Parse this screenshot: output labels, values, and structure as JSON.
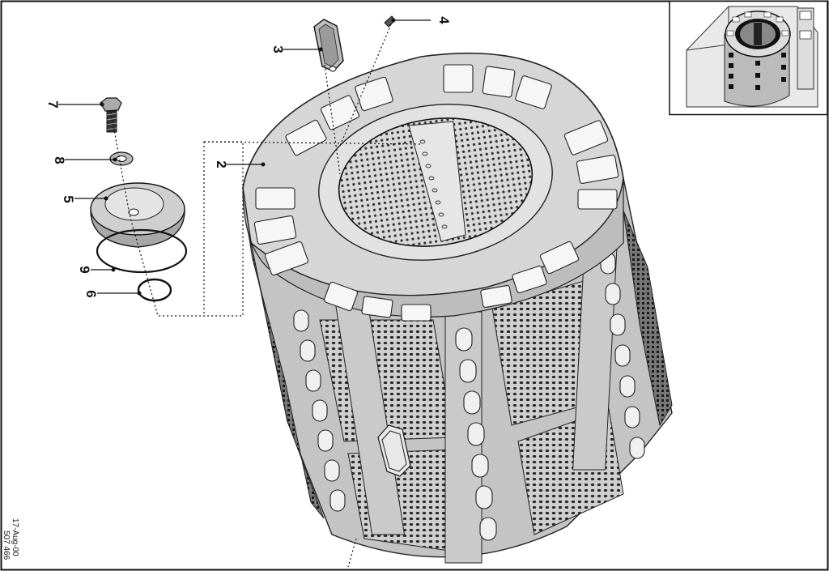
{
  "drawing": {
    "callouts": [
      {
        "id": "2",
        "label": "2"
      },
      {
        "id": "3",
        "label": "3"
      },
      {
        "id": "4",
        "label": "4"
      },
      {
        "id": "5",
        "label": "5"
      },
      {
        "id": "6",
        "label": "6"
      },
      {
        "id": "7",
        "label": "7"
      },
      {
        "id": "8",
        "label": "8"
      },
      {
        "id": "9",
        "label": "9"
      }
    ],
    "date_stamp": "17-Aug-00",
    "drawing_number": "507 466"
  },
  "colors": {
    "stroke": "#222222",
    "drum_body": "#c9c9c9",
    "drum_top": "#d6d6d6",
    "perforation_panel": "#3a3a3a",
    "slot_fill": "#f2f2f2"
  },
  "icons": {
    "drum": "drum-basket-icon",
    "inset": "washer-inset-icon",
    "bolt": "bolt-icon",
    "washer": "washer-ring-icon",
    "hub_cap": "hub-cap-icon",
    "seal_ring": "seal-ring-icon",
    "o_ring": "o-ring-icon",
    "paddle": "drum-paddle-icon",
    "screw": "screw-icon"
  }
}
